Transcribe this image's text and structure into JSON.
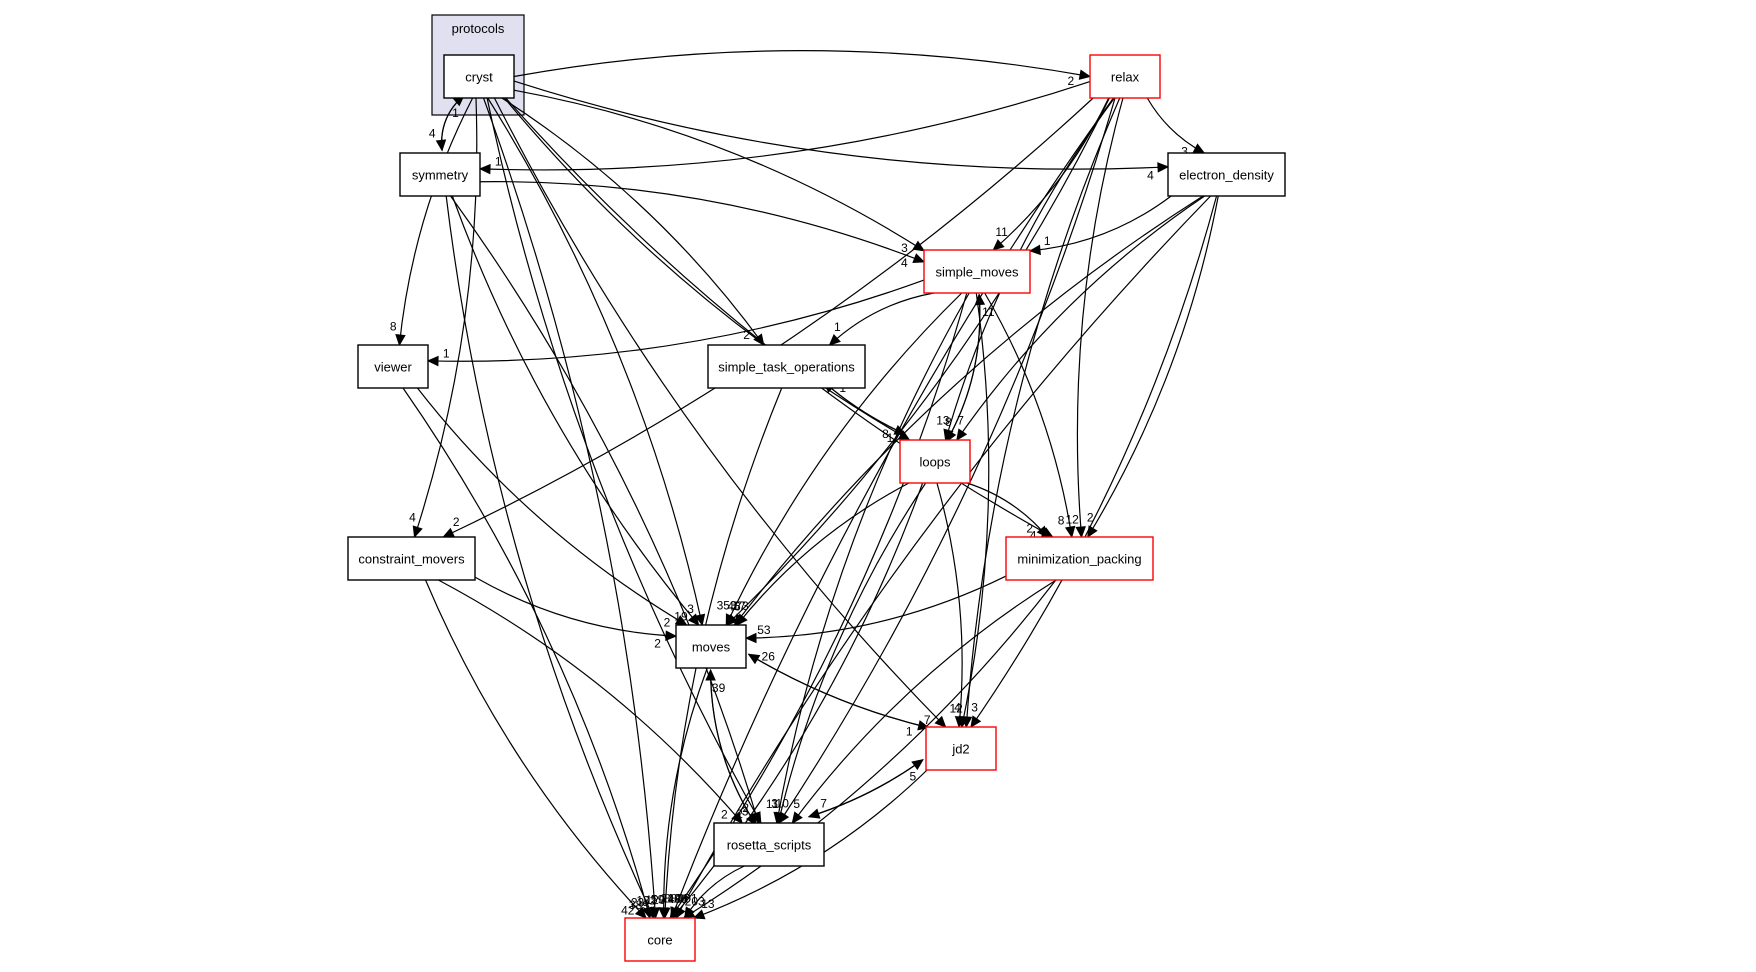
{
  "cluster": {
    "label": "protocols"
  },
  "nodes": [
    {
      "id": "cryst",
      "label": "cryst",
      "border": "#000000",
      "fill": "#ffffff"
    },
    {
      "id": "relax",
      "label": "relax",
      "border": "#ff0000",
      "fill": "#ffffff"
    },
    {
      "id": "symmetry",
      "label": "symmetry",
      "border": "#000000",
      "fill": "#ffffff"
    },
    {
      "id": "electron_density",
      "label": "electron_density",
      "border": "#000000",
      "fill": "#ffffff"
    },
    {
      "id": "simple_moves",
      "label": "simple_moves",
      "border": "#ff0000",
      "fill": "#ffffff"
    },
    {
      "id": "viewer",
      "label": "viewer",
      "border": "#000000",
      "fill": "#ffffff"
    },
    {
      "id": "simple_task_operations",
      "label": "simple_task_operations",
      "border": "#000000",
      "fill": "#ffffff"
    },
    {
      "id": "loops",
      "label": "loops",
      "border": "#ff0000",
      "fill": "#ffffff"
    },
    {
      "id": "constraint_movers",
      "label": "constraint_movers",
      "border": "#000000",
      "fill": "#ffffff"
    },
    {
      "id": "minimization_packing",
      "label": "minimization_packing",
      "border": "#ff0000",
      "fill": "#ffffff"
    },
    {
      "id": "moves",
      "label": "moves",
      "border": "#000000",
      "fill": "#ffffff"
    },
    {
      "id": "jd2",
      "label": "jd2",
      "border": "#ff0000",
      "fill": "#ffffff"
    },
    {
      "id": "rosetta_scripts",
      "label": "rosetta_scripts",
      "border": "#000000",
      "fill": "#ffffff"
    },
    {
      "id": "core",
      "label": "core",
      "border": "#ff0000",
      "fill": "#ffffff"
    }
  ],
  "edges": [
    {
      "from": "cryst",
      "to": "relax",
      "label": "2"
    },
    {
      "from": "cryst",
      "to": "symmetry",
      "label": "4"
    },
    {
      "from": "symmetry",
      "to": "cryst",
      "label": "1"
    },
    {
      "from": "cryst",
      "to": "electron_density",
      "label": "4"
    },
    {
      "from": "cryst",
      "to": "simple_moves",
      "label": "3"
    },
    {
      "from": "cryst",
      "to": "viewer",
      "label": "8"
    },
    {
      "from": "cryst",
      "to": "simple_task_operations",
      "label": "2"
    },
    {
      "from": "cryst",
      "to": "loops",
      "label": "1"
    },
    {
      "from": "cryst",
      "to": "constraint_movers",
      "label": "4"
    },
    {
      "from": "cryst",
      "to": "minimization_packing",
      "label": "4"
    },
    {
      "from": "cryst",
      "to": "moves",
      "label": "3"
    },
    {
      "from": "cryst",
      "to": "rosetta_scripts",
      "label": "3"
    },
    {
      "from": "cryst",
      "to": "core",
      "label": "132"
    },
    {
      "from": "cryst",
      "to": "jd2",
      "label": "7"
    },
    {
      "from": "relax",
      "to": "symmetry",
      "label": "1"
    },
    {
      "from": "relax",
      "to": "electron_density",
      "label": "3"
    },
    {
      "from": "relax",
      "to": "simple_moves",
      "label": "11"
    },
    {
      "from": "relax",
      "to": "loops",
      "label": "13"
    },
    {
      "from": "relax",
      "to": "constraint_movers",
      "label": "2"
    },
    {
      "from": "relax",
      "to": "minimization_packing",
      "label": "12"
    },
    {
      "from": "relax",
      "to": "moves",
      "label": "46"
    },
    {
      "from": "relax",
      "to": "jd2",
      "label": "2"
    },
    {
      "from": "relax",
      "to": "rosetta_scripts",
      "label": "10"
    },
    {
      "from": "relax",
      "to": "core",
      "label": "212"
    },
    {
      "from": "symmetry",
      "to": "simple_moves",
      "label": "4"
    },
    {
      "from": "symmetry",
      "to": "moves",
      "label": "19"
    },
    {
      "from": "symmetry",
      "to": "rosetta_scripts",
      "label": "2"
    },
    {
      "from": "symmetry",
      "to": "core",
      "label": "389"
    },
    {
      "from": "electron_density",
      "to": "simple_moves",
      "label": "1"
    },
    {
      "from": "electron_density",
      "to": "loops",
      "label": "7"
    },
    {
      "from": "electron_density",
      "to": "minimization_packing",
      "label": "2"
    },
    {
      "from": "electron_density",
      "to": "moves",
      "label": "17"
    },
    {
      "from": "electron_density",
      "to": "jd2",
      "label": "3"
    },
    {
      "from": "electron_density",
      "to": "core",
      "label": "144"
    },
    {
      "from": "simple_moves",
      "to": "viewer",
      "label": "1"
    },
    {
      "from": "simple_moves",
      "to": "simple_task_operations",
      "label": "1"
    },
    {
      "from": "simple_moves",
      "to": "loops",
      "label": "8"
    },
    {
      "from": "loops",
      "to": "simple_moves",
      "label": "11"
    },
    {
      "from": "simple_moves",
      "to": "minimization_packing",
      "label": "8"
    },
    {
      "from": "simple_moves",
      "to": "moves",
      "label": "353"
    },
    {
      "from": "simple_moves",
      "to": "jd2",
      "label": "4"
    },
    {
      "from": "simple_moves",
      "to": "rosetta_scripts",
      "label": "11"
    },
    {
      "from": "simple_moves",
      "to": "core",
      "label": "888"
    },
    {
      "from": "viewer",
      "to": "moves",
      "label": "2"
    },
    {
      "from": "viewer",
      "to": "core",
      "label": "23"
    },
    {
      "from": "simple_task_operations",
      "to": "loops",
      "label": "8"
    },
    {
      "from": "loops",
      "to": "simple_task_operations",
      "label": "1"
    },
    {
      "from": "simple_task_operations",
      "to": "core",
      "label": "59"
    },
    {
      "from": "loops",
      "to": "minimization_packing",
      "label": "2"
    },
    {
      "from": "loops",
      "to": "moves",
      "label": "73"
    },
    {
      "from": "loops",
      "to": "jd2",
      "label": "1"
    },
    {
      "from": "loops",
      "to": "rosetta_scripts",
      "label": "3"
    },
    {
      "from": "loops",
      "to": "core",
      "label": "483"
    },
    {
      "from": "constraint_movers",
      "to": "moves",
      "label": "2"
    },
    {
      "from": "constraint_movers",
      "to": "rosetta_scripts",
      "label": "2"
    },
    {
      "from": "constraint_movers",
      "to": "core",
      "label": "42"
    },
    {
      "from": "minimization_packing",
      "to": "moves",
      "label": "53"
    },
    {
      "from": "minimization_packing",
      "to": "rosetta_scripts",
      "label": "5"
    },
    {
      "from": "minimization_packing",
      "to": "core",
      "label": "203"
    },
    {
      "from": "moves",
      "to": "jd2",
      "label": "1"
    },
    {
      "from": "jd2",
      "to": "moves",
      "label": "26"
    },
    {
      "from": "moves",
      "to": "rosetta_scripts",
      "label": "2"
    },
    {
      "from": "rosetta_scripts",
      "to": "moves",
      "label": "39"
    },
    {
      "from": "moves",
      "to": "core",
      "label": "120"
    },
    {
      "from": "jd2",
      "to": "rosetta_scripts",
      "label": "7"
    },
    {
      "from": "rosetta_scripts",
      "to": "jd2",
      "label": "5"
    },
    {
      "from": "jd2",
      "to": "core",
      "label": "13"
    },
    {
      "from": "rosetta_scripts",
      "to": "core",
      "label": "101"
    }
  ]
}
